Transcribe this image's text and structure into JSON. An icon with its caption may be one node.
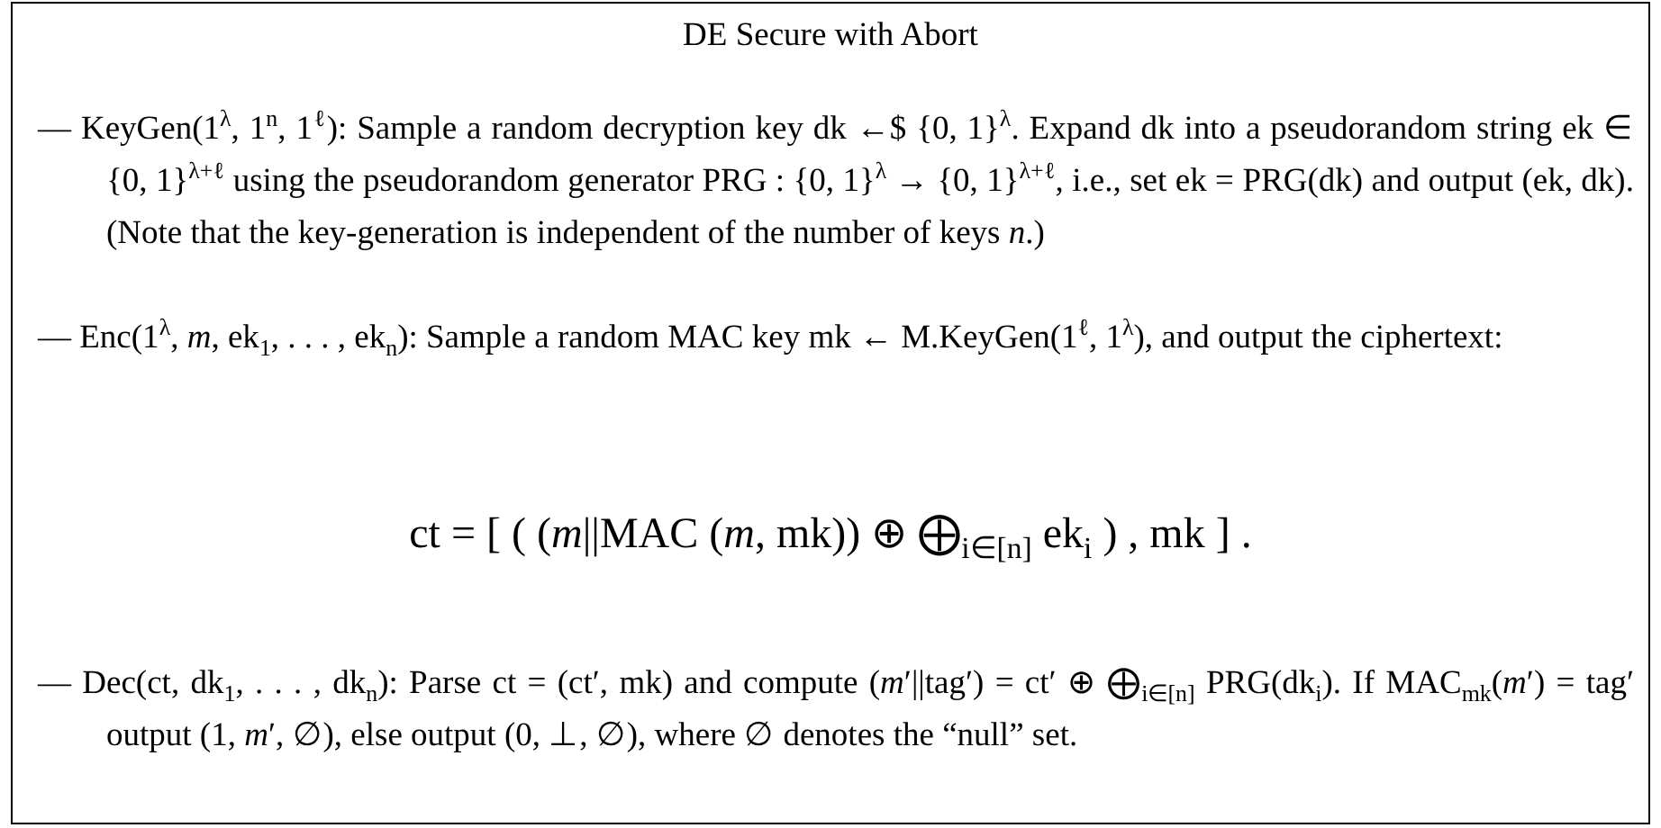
{
  "diagram": {
    "nodes": [
      {
        "text": [
          "DE Secure with Abort",
          "— KeyGen(1$^{λ}$, 1$^{n}$, 1$^{ℓ}$): Sample a random decryption key dk ←$ {0, 1}$^{λ}$. Expand dk into a pseudorandom string ek ∈ {0, 1}$^{λ+ℓ}$ using the pseudorandom generator PRG : {0, 1}$^{λ}$ → {0, 1}$^{λ+ℓ}$, i.e., set ek = PRG(dk) and output (ek, dk). (Note that the key-generation is independent of the number of keys *n*.)",
          "— Enc(1$^{λ}$, *m*, ek$_{1}$, . . . , ek$_{n}$): Sample a random MAC key mk ← M.KeyGen(1$^{ℓ}$, 1$^{λ}$), and output the ciphertext:",
          "ct = [ ( (*m*||MAC (*m*, mk)) ⊕ ⨁$_{i∈[n]}$ ek$_{i}$ ) , mk ] .",
          "— Dec(ct, dk$_{1}$, . . . , dk$_{n}$): Parse ct = (ct′, mk) and compute (*m*′||tag′) = ct′ ⊕ ⨁$_{i∈[n]}$ PRG(dk$_{i}$). If MAC$_{mk}$(*m*′) = tag′ output (1, *m*′, ∅), else output (0, ⊥, ∅), where ∅ denotes the “null” set."
        ]
      }
    ]
  }
}
